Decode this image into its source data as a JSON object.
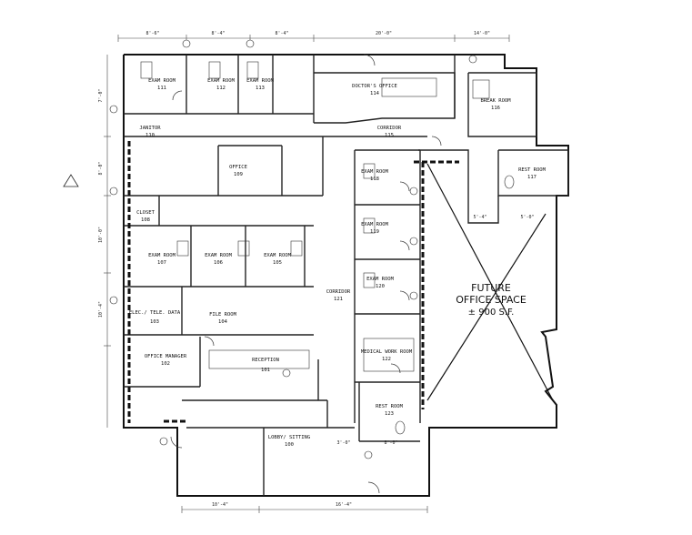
{
  "rooms": [
    {
      "id": "exam-111",
      "name": "EXAM ROOM",
      "number": "111"
    },
    {
      "id": "exam-112",
      "name": "EXAM ROOM",
      "number": "112"
    },
    {
      "id": "exam-113",
      "name": "EXAM ROOM",
      "number": "113"
    },
    {
      "id": "doctor-114",
      "name": "DOCTOR'S OFFICE",
      "number": "114"
    },
    {
      "id": "corridor-115",
      "name": "CORRIDOR",
      "number": "115"
    },
    {
      "id": "break-116",
      "name": "BREAK ROOM",
      "number": "116"
    },
    {
      "id": "rest-117",
      "name": "REST ROOM",
      "number": "117"
    },
    {
      "id": "exam-118",
      "name": "EXAM ROOM",
      "number": "118"
    },
    {
      "id": "exam-119",
      "name": "EXAM ROOM",
      "number": "119"
    },
    {
      "id": "exam-120",
      "name": "EXAM ROOM",
      "number": "120"
    },
    {
      "id": "medical-work-122",
      "name": "MEDICAL WORK ROOM",
      "number": "122"
    },
    {
      "id": "rest-123",
      "name": "REST ROOM",
      "number": "123"
    },
    {
      "id": "corridor-121",
      "name": "CORRIDOR",
      "number": "121"
    },
    {
      "id": "janitor-110",
      "name": "JANITOR",
      "number": "110"
    },
    {
      "id": "office-109",
      "name": "OFFICE",
      "number": "109"
    },
    {
      "id": "closet-108",
      "name": "CLOSET",
      "number": "108"
    },
    {
      "id": "exam-107",
      "name": "EXAM ROOM",
      "number": "107"
    },
    {
      "id": "exam-106",
      "name": "EXAM ROOM",
      "number": "106"
    },
    {
      "id": "exam-105",
      "name": "EXAM ROOM",
      "number": "105"
    },
    {
      "id": "elec-103",
      "name": "ELEC./ TELE. DATA",
      "number": "103"
    },
    {
      "id": "file-104",
      "name": "FILE ROOM",
      "number": "104"
    },
    {
      "id": "office-manager-102",
      "name": "OFFICE MANAGER",
      "number": "102"
    },
    {
      "id": "reception-101",
      "name": "RECEPTION",
      "number": "101"
    },
    {
      "id": "lobby-100",
      "name": "LOBBY/ SITTING",
      "number": "100"
    }
  ],
  "future_space": {
    "line1": "FUTURE",
    "line2": "OFFICE SPACE",
    "line3": "± 900 S.F."
  },
  "dimensions": {
    "top_1": "8'-6\"",
    "top_2": "8'-4\"",
    "top_3": "8'-4\"",
    "top_4": "20'-0\"",
    "top_5": "14'-0\"",
    "bottom_1": "10'-4\"",
    "bottom_2": "16'-4\"",
    "left_1": "7'-0\"",
    "left_2": "8'-0\"",
    "left_3": "10'-0\"",
    "left_4": "10'-4\"",
    "mid_1": "5'-4\"",
    "mid_2": "5'-0\"",
    "mid_3": "3'-0\"",
    "mid_4": "8'-0\""
  }
}
